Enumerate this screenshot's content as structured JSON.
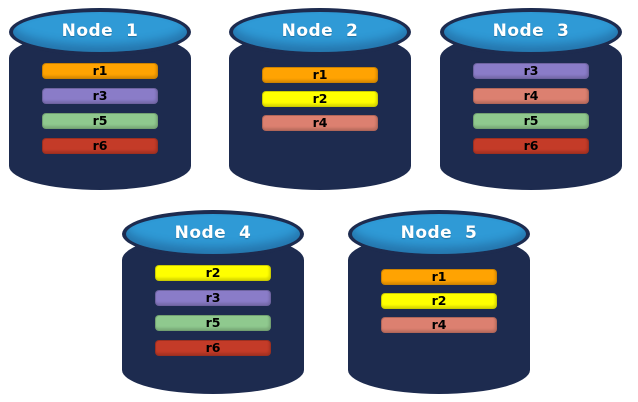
{
  "canvas": {
    "background": "#FFFFFF"
  },
  "palette": {
    "cylinder_body": "#1D2B4F",
    "cylinder_top": "#2F9AD6",
    "title_text": "#FFFFFF",
    "bar_text": "#000000"
  },
  "replica_colors": {
    "r1": "#FFA302",
    "r2": "#FFFF00",
    "r3": "#8A7CC8",
    "r4": "#DC8070",
    "r5": "#8FC98E",
    "r6": "#C43B28"
  },
  "nodes": [
    {
      "title": "Node  1",
      "replicas": [
        {
          "label": "r1",
          "color": "#FFA302"
        },
        {
          "label": "r3",
          "color": "#8A7CC8"
        },
        {
          "label": "r5",
          "color": "#8FC98E"
        },
        {
          "label": "r6",
          "color": "#C43B28"
        }
      ]
    },
    {
      "title": "Node  2",
      "replicas": [
        {
          "label": "r1",
          "color": "#FFA302"
        },
        {
          "label": "r2",
          "color": "#FFFF00"
        },
        {
          "label": "r4",
          "color": "#DC8070"
        }
      ]
    },
    {
      "title": "Node  3",
      "replicas": [
        {
          "label": "r3",
          "color": "#8A7CC8"
        },
        {
          "label": "r4",
          "color": "#DC8070"
        },
        {
          "label": "r5",
          "color": "#8FC98E"
        },
        {
          "label": "r6",
          "color": "#C43B28"
        }
      ]
    },
    {
      "title": "Node  4",
      "replicas": [
        {
          "label": "r2",
          "color": "#FFFF00"
        },
        {
          "label": "r3",
          "color": "#8A7CC8"
        },
        {
          "label": "r5",
          "color": "#8FC98E"
        },
        {
          "label": "r6",
          "color": "#C43B28"
        }
      ]
    },
    {
      "title": "Node  5",
      "replicas": [
        {
          "label": "r1",
          "color": "#FFA302"
        },
        {
          "label": "r2",
          "color": "#FFFF00"
        },
        {
          "label": "r4",
          "color": "#DC8070"
        }
      ]
    }
  ]
}
